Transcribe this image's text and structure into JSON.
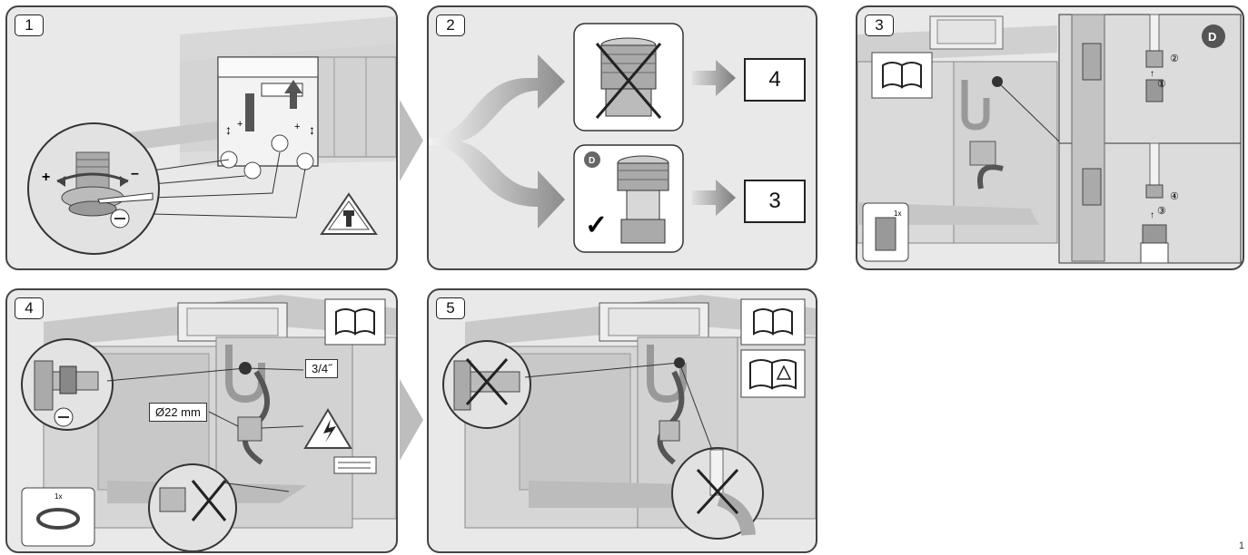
{
  "panels": [
    {
      "id": "1",
      "label": "1"
    },
    {
      "id": "2",
      "label": "2"
    },
    {
      "id": "3",
      "label": "3"
    },
    {
      "id": "4",
      "label": "4"
    },
    {
      "id": "5",
      "label": "5"
    }
  ],
  "panel1": {
    "plus": "+",
    "minus": "–"
  },
  "panel2": {
    "target_top": "4",
    "target_bottom": "3",
    "badge": "D",
    "check": "✓"
  },
  "panel3": {
    "badge": "D",
    "qty": "1x",
    "steps": [
      "②",
      "①",
      "④",
      "③"
    ]
  },
  "panel4": {
    "thread": "3/4˝",
    "diameter": "Ø22 mm",
    "qty": "1x"
  },
  "page": {
    "number": "1"
  },
  "colors": {
    "panel_bg": "#e9e9e9",
    "border": "#444444",
    "dark": "#333333",
    "mid": "#9a9a9a",
    "light": "#d5d5d5",
    "white": "#ffffff"
  }
}
